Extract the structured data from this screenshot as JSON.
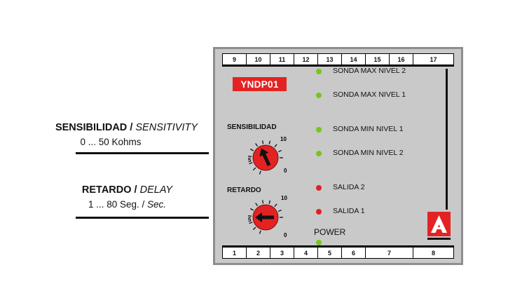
{
  "callouts": {
    "sensitivity": {
      "title_es": "SENSIBILIDAD",
      "separator": "/",
      "title_en": "SENSITIVITY",
      "range": "0 ... 50 Kohms"
    },
    "delay": {
      "title_es": "RETARDO",
      "separator": "/",
      "title_en": "DELAY",
      "range_main": "1 ... 80 Seg. /",
      "range_en": "Sec."
    }
  },
  "device": {
    "model": "YNDP01",
    "top_terminals": [
      "9",
      "10",
      "11",
      "12",
      "13",
      "14",
      "15",
      "16",
      "17"
    ],
    "bottom_terminals": [
      "1",
      "2",
      "3",
      "4",
      "5",
      "6",
      "7",
      "8"
    ],
    "indicators": [
      {
        "label": "SONDA MAX NIVEL 2",
        "color": "#78c51a"
      },
      {
        "label": "SONDA MAX NIVEL 1",
        "color": "#78c51a"
      },
      {
        "label": "SONDA MIN NIVEL 1",
        "color": "#78c51a"
      },
      {
        "label": "SONDA MIN NIVEL 2",
        "color": "#78c51a"
      },
      {
        "label": "SALIDA 2",
        "color": "#e02020"
      },
      {
        "label": "SALIDA 1",
        "color": "#e02020"
      }
    ],
    "power_label": "POWER",
    "power_led_color": "#78c51a",
    "knobs": {
      "sensitivity": {
        "label": "SENSIBILIDAD",
        "scale_min": "0",
        "scale_mid": "5",
        "scale_max": "10"
      },
      "delay": {
        "label": "RETARDO",
        "scale_min": "0",
        "scale_mid": "5",
        "scale_max": "10"
      }
    },
    "colors": {
      "knob": "#e32322",
      "body": "#c9c9c9",
      "frame": "#8e8e8e",
      "logo": "#e32322"
    }
  }
}
